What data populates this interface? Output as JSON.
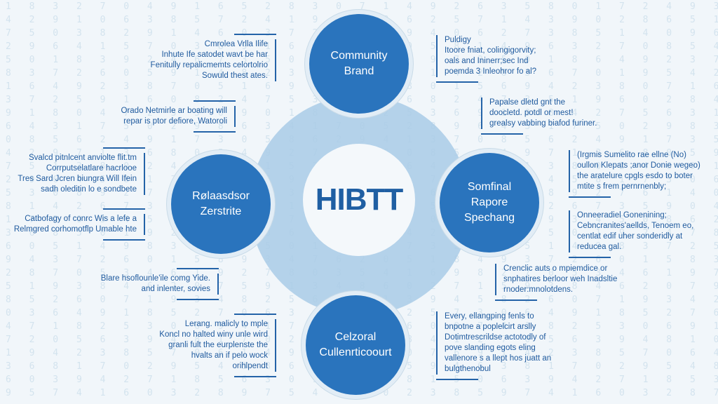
{
  "diagram": {
    "center_label": "HIBTT",
    "colors": {
      "background": "#f1f6fa",
      "node_fill": "#2a74bd",
      "ring_fill": "#a9cbe6",
      "center_fill": "#f4f8fb",
      "center_text": "#1f5fa3",
      "note_text": "#1f5a9e",
      "bracket": "#2463a8"
    },
    "nodes": {
      "top": {
        "lines": [
          "Community",
          "Brand"
        ]
      },
      "left": {
        "lines": [
          "Rølaasdsor",
          "Zerstrite"
        ]
      },
      "right": {
        "lines": [
          "Somfinal",
          "Rapore",
          "Spechang"
        ]
      },
      "bottom": {
        "lines": [
          "Celzoral",
          "Cullenrticoourt"
        ]
      }
    },
    "notes": {
      "top_left": [
        "Cmrolea Vrlla Ilife",
        "Inhute Ife satodet wavt be har",
        "Fenitully repalicmemts celortolrio",
        "Sowuld thest ates."
      ],
      "top_right": [
        "Puldigy",
        "Itoore fniat, colingigorvity;",
        "oals and Ininerr;sec Ind",
        "poemda 3 Inleohror fo al?"
      ],
      "upper_left": [
        "Orado Netmirle ar boating will",
        "repar is ptor defiore, Watoroli"
      ],
      "upper_right": [
        "Papalse dletd gnt the",
        "doocletd. potdl or mest!",
        "grealsy vabbing biafod furiner."
      ],
      "mid_left_1": [
        "Svalcd pitnlcent anviolte flit.tm",
        "Corrputselatlare hacrlooe",
        "Tres Sard Jcren biungra Will Ifein",
        "sadh oleditin lo e sondbete"
      ],
      "mid_left_2": [
        "Catbofagy of conrc Wis a lefe a",
        "Relmgred corhomotflp Umable hte"
      ],
      "mid_right_1": [
        "(Irgmis Sumelito rae ellne (No)",
        "oullon Klepats ;anor Donie wegeo)",
        "the aratelure cpgls esdo to boter",
        "mtite s frem pernrnenbly;"
      ],
      "mid_right_2": [
        "Onneeradiel Gonenining;",
        "Cebncranites'aellds, Tenoem eo,",
        "centlat edif uher sonderidly at",
        "reducea gal."
      ],
      "lower_left": [
        "Blare hsoflounle'ile comg Yide.",
        "and inlenter, sovies"
      ],
      "lower_right": [
        "Crenclic auts o mpiemdice or",
        "snphatires berloor weh Inadsltie",
        "rnoder:mnolotdens."
      ],
      "bottom_left": [
        "Lerang. malicly to mple",
        "Koncl no halted winy unle wird",
        "granli fult the eurplenste the",
        "hvalts an if pelo wock",
        "orihlpendt"
      ],
      "bottom_right": [
        "Every, ellangping fenls to",
        "bnpotne a poplelcirt arslly",
        "Dotimtrescrildse actotodly of",
        "pove slanding egots eling",
        "vallenore s a llept hos juatt an",
        "bulgthenobul"
      ]
    }
  }
}
